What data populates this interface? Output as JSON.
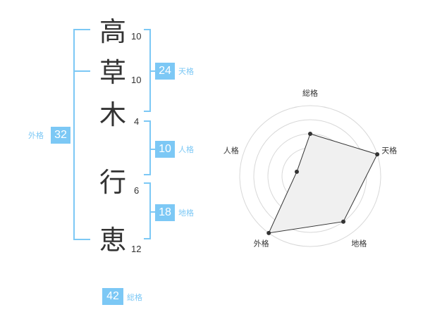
{
  "name": {
    "characters": [
      {
        "char": "高",
        "strokes": "10"
      },
      {
        "char": "草",
        "strokes": "10"
      },
      {
        "char": "木",
        "strokes": "4"
      },
      {
        "char": "行",
        "strokes": "6"
      },
      {
        "char": "恵",
        "strokes": "12"
      }
    ]
  },
  "kakusu": {
    "tenkaku": {
      "value": "24",
      "label": "天格"
    },
    "jinkaku": {
      "value": "10",
      "label": "人格"
    },
    "chikaku": {
      "value": "18",
      "label": "地格"
    },
    "gaikaku": {
      "value": "32",
      "label": "外格"
    },
    "soukaku": {
      "value": "42",
      "label": "総格"
    }
  },
  "colors": {
    "accent": "#7cc8f5",
    "text": "#333333",
    "radar_fill": "#f0f0f0",
    "radar_ring": "#d8d8d8"
  },
  "chart_data": {
    "type": "radar",
    "axes": [
      "総格",
      "天格",
      "地格",
      "外格",
      "人格"
    ],
    "values": [
      3,
      5,
      4,
      5,
      1
    ],
    "range": [
      0,
      5
    ],
    "rings": 5
  }
}
